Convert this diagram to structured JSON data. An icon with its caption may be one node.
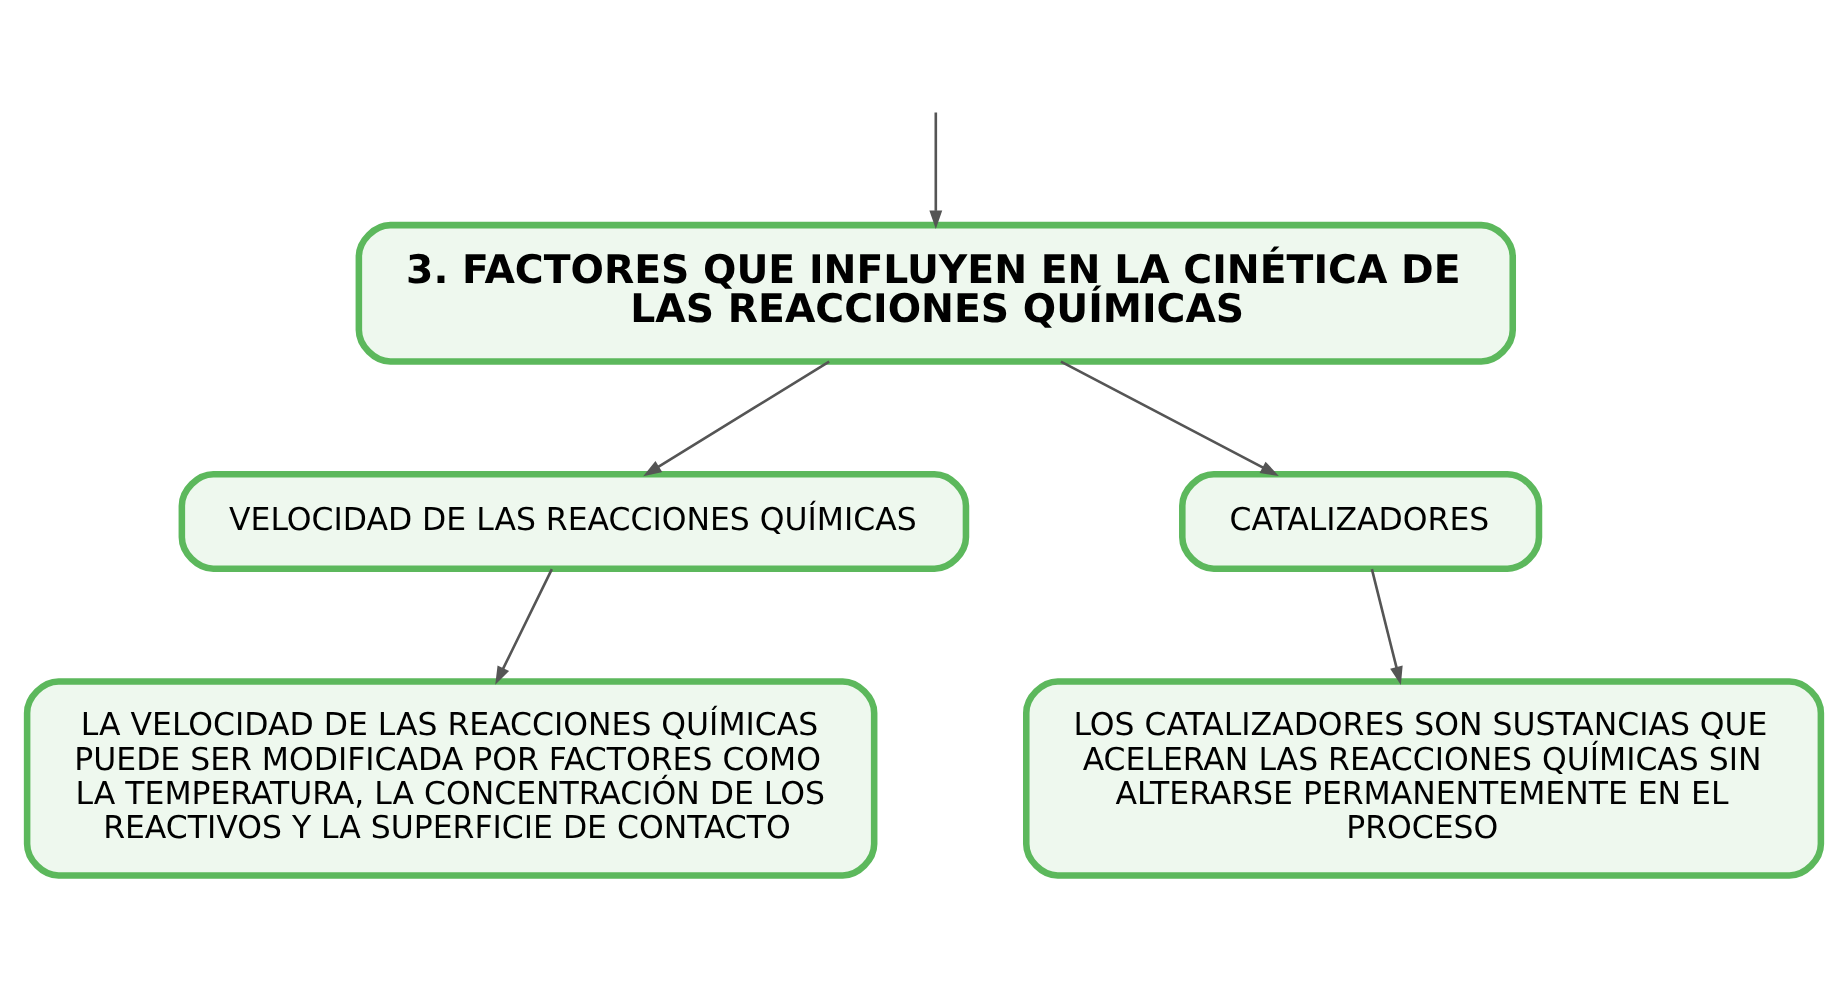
{
  "diagram": {
    "nodes": [
      {
        "text": [
          "3. FACTORES QUE INFLUYEN EN LA CINÉTICA DE LAS REACCIONES QUÍMICAS"
        ]
      },
      {
        "text": [
          "VELOCIDAD DE LAS REACCIONES QUÍMICAS"
        ]
      },
      {
        "text": [
          "CATALIZADORES"
        ]
      },
      {
        "text": [
          "LA VELOCIDAD DE LAS REACCIONES QUÍMICAS PUEDE SER MODIFICADA POR FACTORES COMO LA TEMPERATURA, LA CONCENTRACIÓN DE LOS REACTIVOS Y LA SUPERFICIE DE CONTACTO"
        ]
      },
      {
        "text": [
          "LOS CATALIZADORES SON SUSTANCIAS QUE ACELERAN LAS REACCIONES QUÍMICAS SIN ALTERARSE PERMANENTEMENTE EN EL PROCESO"
        ]
      }
    ],
    "edges": [
      {
        "from": null,
        "to": 0,
        "arrow": "to"
      },
      {
        "from": 0,
        "to": 1,
        "arrow": "to"
      },
      {
        "from": 0,
        "to": 2,
        "arrow": "to"
      },
      {
        "from": 1,
        "to": 3,
        "arrow": "to"
      },
      {
        "from": 2,
        "to": 4,
        "arrow": "to"
      }
    ]
  }
}
